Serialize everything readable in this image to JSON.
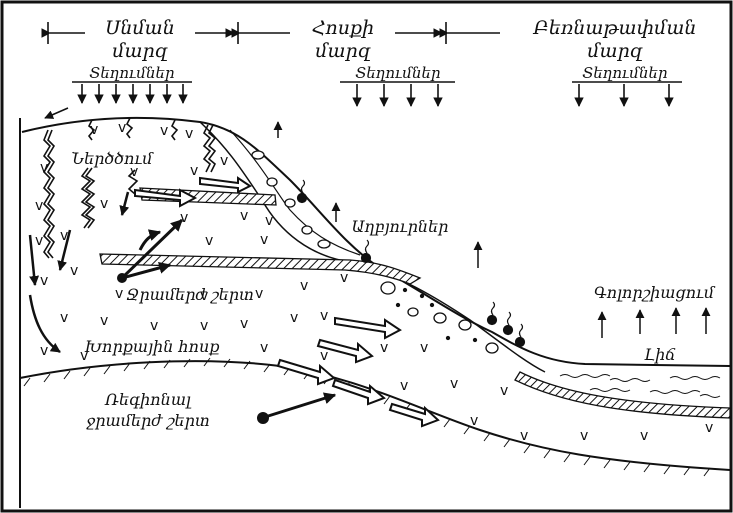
{
  "zones": [
    {
      "name": "Սնման",
      "name2": "մարզ",
      "precip": "Տեղումներ"
    },
    {
      "name": "Հոսքի",
      "name2": "մարզ",
      "precip": "Տեղումներ"
    },
    {
      "name": "Բեռնաթափման",
      "name2": "մարզ",
      "precip": "Տեղումներ"
    }
  ],
  "labels": {
    "infiltration": "Ներծծում",
    "springs": "Աղբյուրներ",
    "aquifer": "Ջրամերժ շերտ",
    "deep_flow": "Խորքային հոսք",
    "regional_1": "Ռեգիոնալ",
    "regional_2": "ջրամերժ շերտ",
    "evaporation": "Գոլորշիացում",
    "lake": "Լիճ"
  }
}
